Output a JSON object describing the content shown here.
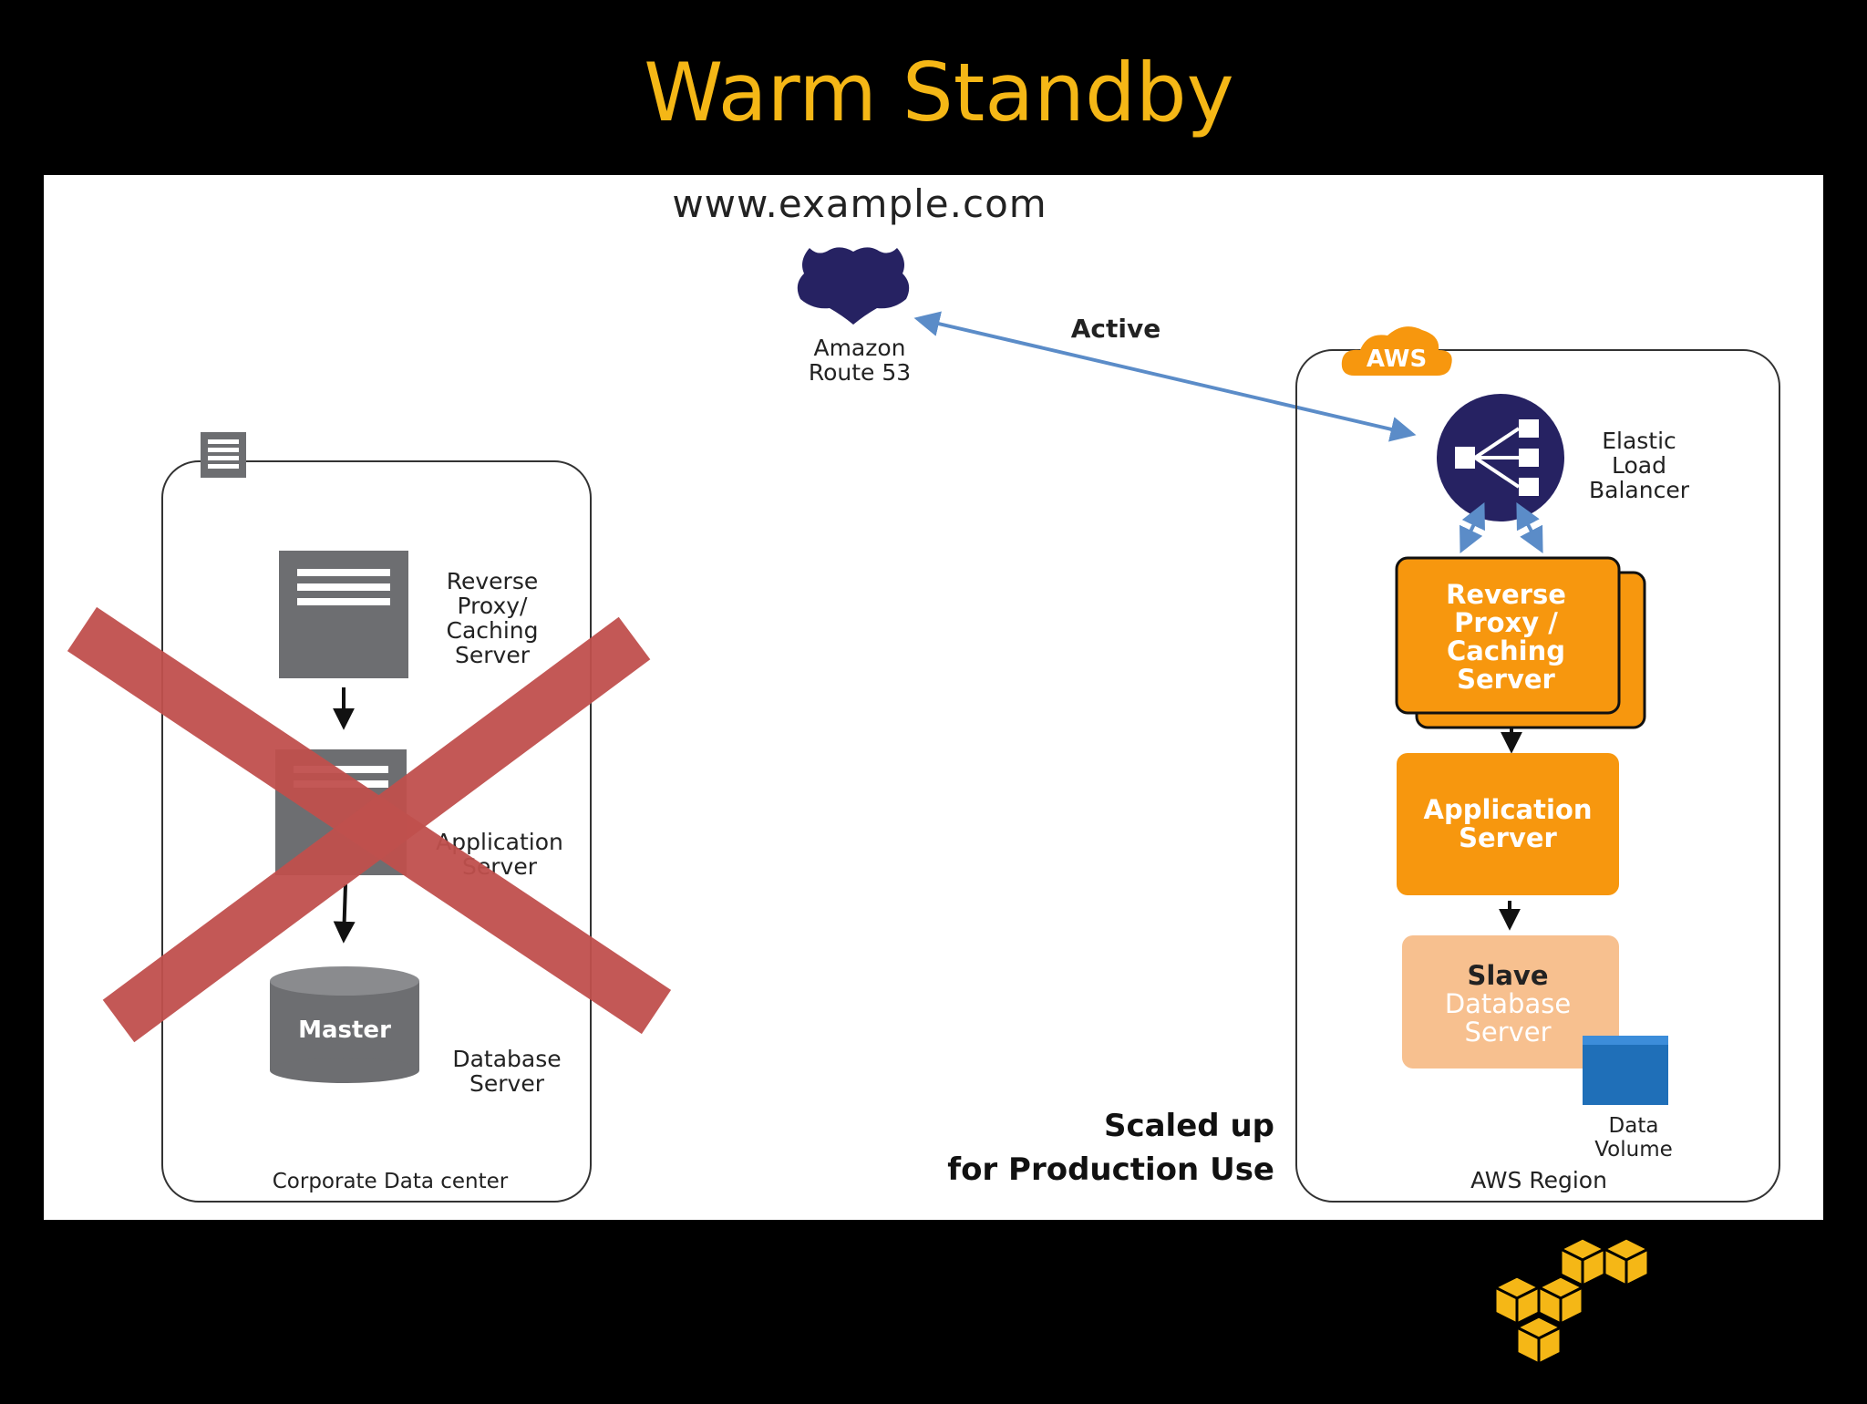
{
  "slide": {
    "title": "Warm Standby",
    "title_color": "#F5B716",
    "background": "#000000"
  },
  "diagram": {
    "domain": "www.example.com",
    "route53_label": [
      "Amazon",
      "Route 53"
    ],
    "connection_label": "Active",
    "corporate": {
      "region_label": "Corporate Data center",
      "reverse_proxy_label": [
        "Reverse",
        "Proxy/",
        "Caching",
        "Server"
      ],
      "app_server_label": [
        "Application",
        "Server"
      ],
      "db_label": [
        "Database",
        "Server"
      ],
      "db_cylinder_label": "Master",
      "failed": true
    },
    "aws": {
      "badge": "AWS",
      "region_label": "AWS Region",
      "elb_label": [
        "Elastic",
        "Load",
        "Balancer"
      ],
      "reverse_proxy_label": [
        "Reverse",
        "Proxy /",
        "Caching",
        "Server"
      ],
      "app_server_label": [
        "Application",
        "Server"
      ],
      "db_label_top": "Slave",
      "db_label_rest": [
        "Database",
        "Server"
      ],
      "volume_label": [
        "Data",
        "Volume"
      ]
    },
    "note": [
      "Scaled up",
      "for Production Use"
    ],
    "colors": {
      "orange": "#F7970E",
      "light_orange": "#F7C08F",
      "navy": "#262262",
      "gray": "#6D6E71",
      "cross": "#C0504D",
      "arrow_blue": "#5B8CC8",
      "volume_blue": "#1F6FB8",
      "aws_logo": "#F5B716"
    },
    "icons": [
      "route53-shield-icon",
      "elb-icon",
      "corporate-datacenter-icon",
      "server-icon",
      "database-cylinder-icon",
      "data-volume-icon",
      "aws-cloud-badge-icon",
      "aws-logo-cubes-icon"
    ]
  }
}
